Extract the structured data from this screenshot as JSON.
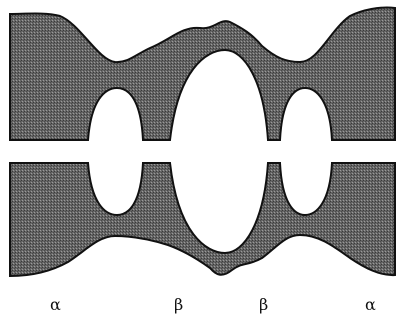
{
  "figure": {
    "fill_color": "#666666",
    "outline_color": "#111111",
    "background_color": "#ffffff"
  },
  "labels": [
    {
      "text": "α"
    },
    {
      "text": "β"
    },
    {
      "text": "β"
    },
    {
      "text": "α"
    }
  ]
}
